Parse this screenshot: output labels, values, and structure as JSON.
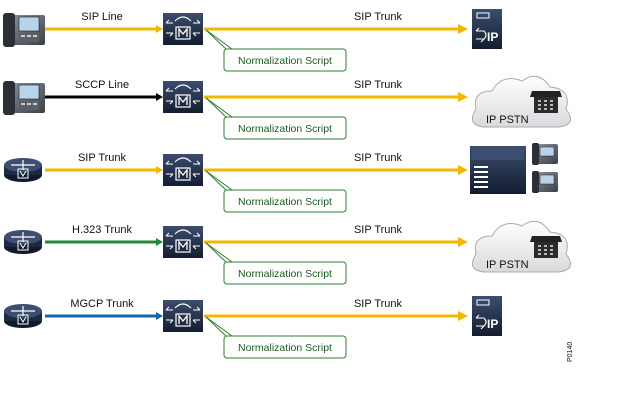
{
  "rows": [
    {
      "left_device": "ip-phone",
      "left_label": "SIP Line",
      "left_line_color": "#f2b800",
      "right_label": "SIP Trunk",
      "script_label": "Normalization Script",
      "right_device": "sip-server",
      "right_device_text": "IP"
    },
    {
      "left_device": "ip-phone",
      "left_label": "SCCP Line",
      "left_line_color": "#000000",
      "right_label": "SIP Trunk",
      "script_label": "Normalization Script",
      "right_device": "pstn-cloud",
      "right_device_text": "IP PSTN"
    },
    {
      "left_device": "router",
      "left_label": "SIP Trunk",
      "left_line_color": "#f2b800",
      "right_label": "SIP Trunk",
      "script_label": "Normalization Script",
      "right_device": "pbx-phones",
      "right_device_text": ""
    },
    {
      "left_device": "router",
      "left_label": "H.323 Trunk",
      "left_line_color": "#1f8a3a",
      "right_label": "SIP Trunk",
      "script_label": "Normalization Script",
      "right_device": "pstn-cloud",
      "right_device_text": "IP PSTN"
    },
    {
      "left_device": "router",
      "left_label": "MGCP Trunk",
      "left_line_color": "#1565b0",
      "right_label": "SIP Trunk",
      "script_label": "Normalization Script",
      "right_device": "sip-server",
      "right_device_text": "IP"
    }
  ],
  "colors": {
    "sip_trunk_line": "#f2b800",
    "device_fill": "#1f2e4a",
    "script_box_border": "#2e7d32",
    "script_text": "#1d5a22"
  },
  "figure_id": "P0140"
}
